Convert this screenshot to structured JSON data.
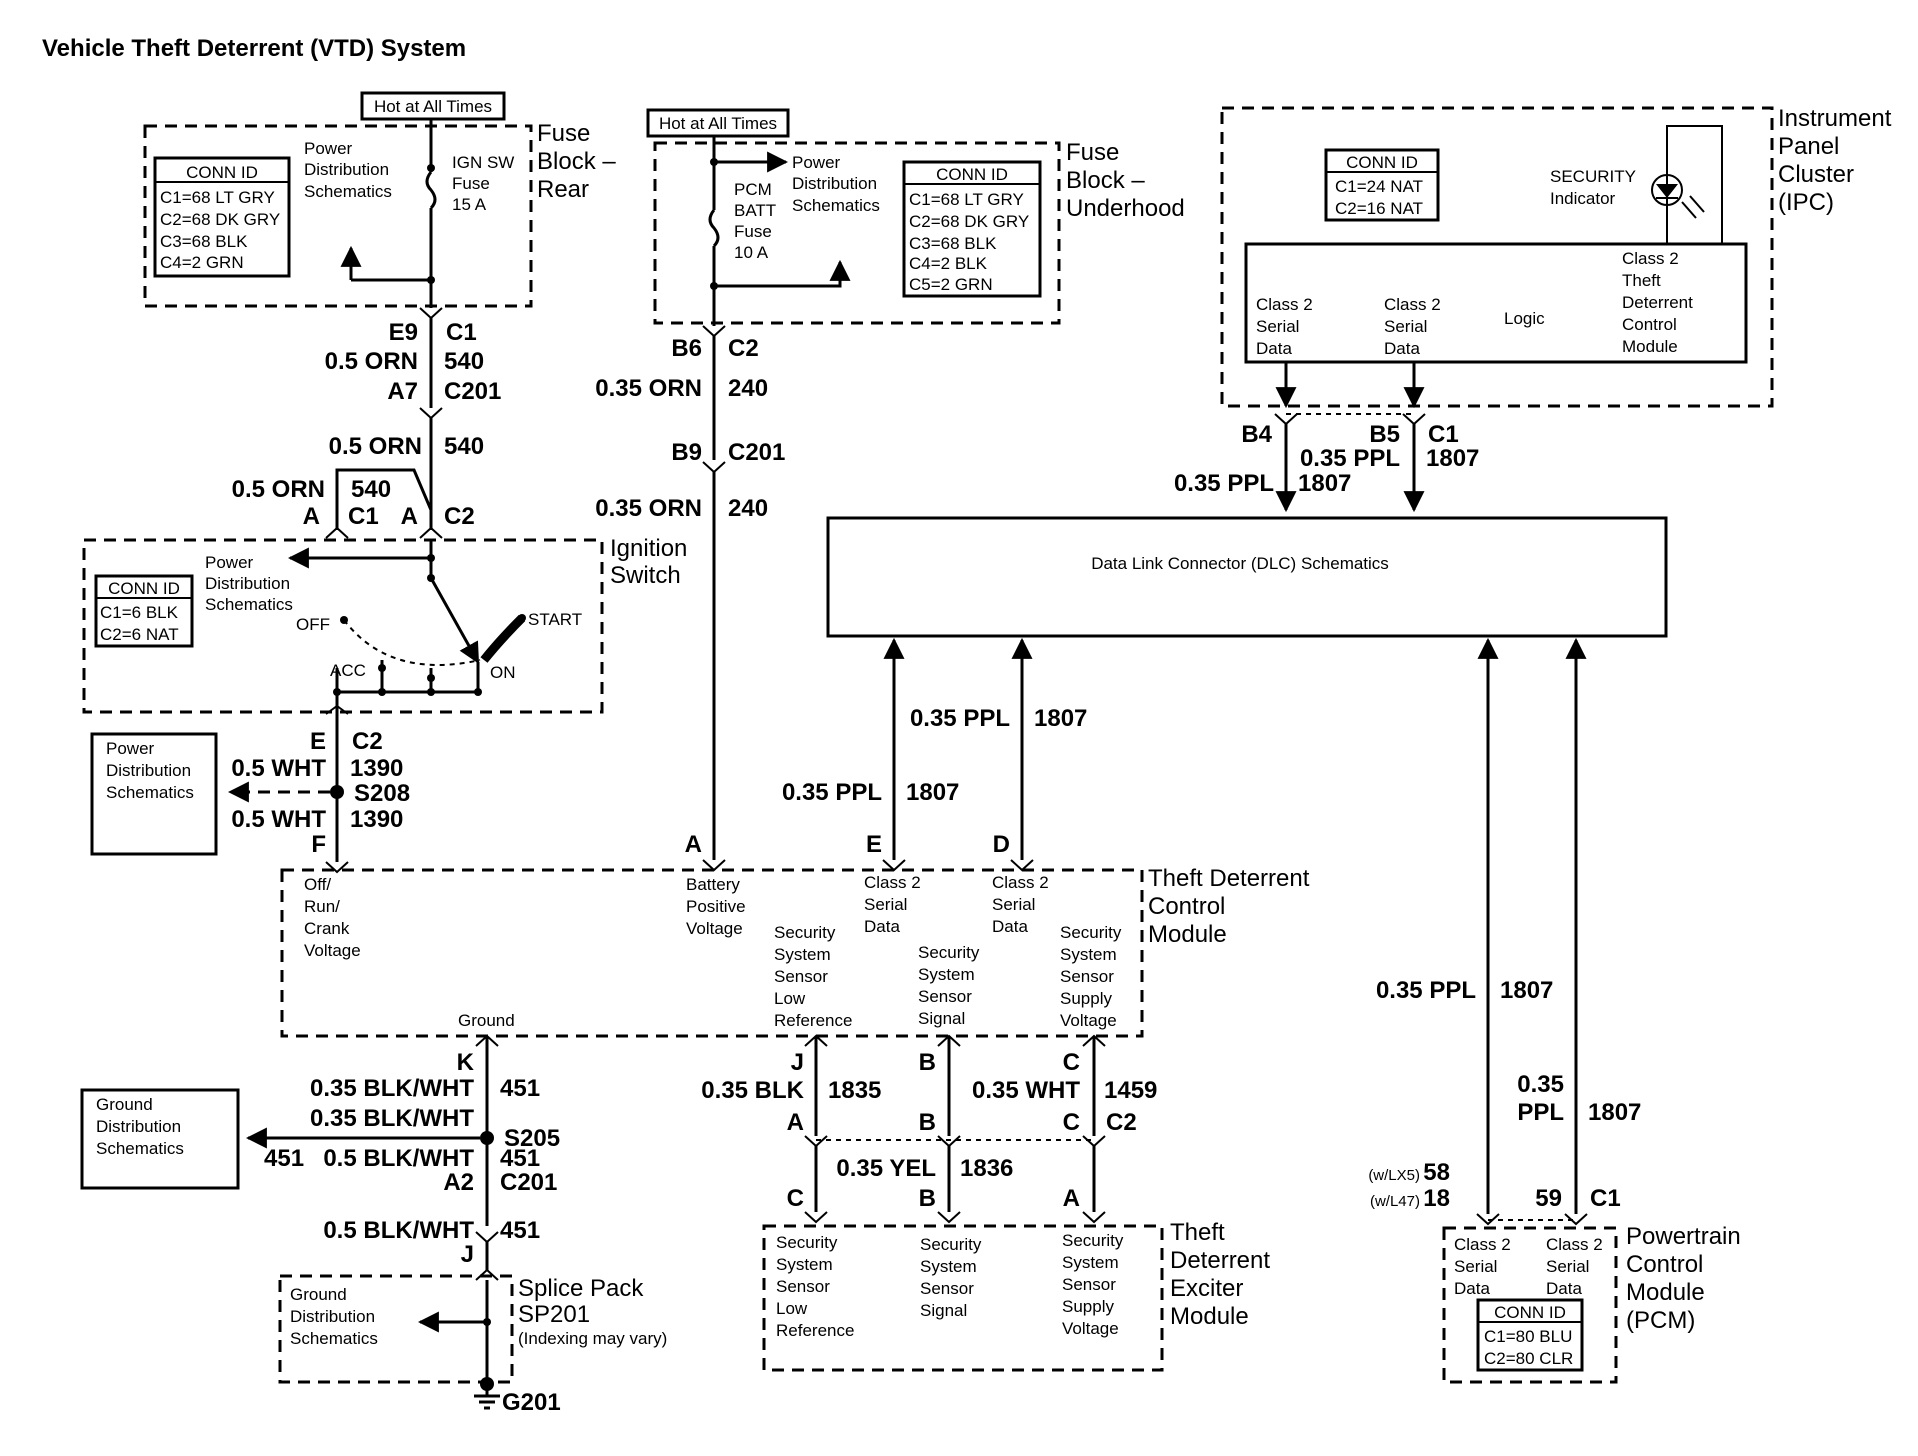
{
  "title": "Vehicle Theft Deterrent (VTD) System",
  "hot_at_all_times": "Hot at All Times",
  "power_dist": [
    "Power",
    "Distribution",
    "Schematics"
  ],
  "fuse_block_rear": {
    "label": [
      "Fuse",
      "Block –",
      "Rear"
    ],
    "conn": [
      "CONN ID",
      "C1=68 LT GRY",
      "C2=68 DK GRY",
      "C3=68 BLK",
      "C4=2 GRN"
    ],
    "fuse": [
      "IGN SW",
      "Fuse",
      "15 A"
    ]
  },
  "fuse_block_underhood": {
    "label": [
      "Fuse",
      "Block –",
      "Underhood"
    ],
    "conn": [
      "CONN ID",
      "C1=68 LT GRY",
      "C2=68 DK GRY",
      "C3=68 BLK",
      "C4=2 BLK",
      "C5=2 GRN"
    ],
    "fuse": [
      "PCM",
      "BATT",
      "Fuse",
      "10 A"
    ]
  },
  "ipc": {
    "label": [
      "Instrument",
      "Panel",
      "Cluster",
      "(IPC)"
    ],
    "conn": [
      "CONN ID",
      "C1=24 NAT",
      "C2=16 NAT"
    ],
    "security": [
      "SECURITY",
      "Indicator"
    ],
    "class2a": [
      "Class 2",
      "Serial",
      "Data"
    ],
    "class2b": [
      "Class 2",
      "Serial",
      "Data"
    ],
    "logic": "Logic",
    "tdcm": [
      "Class 2",
      "Theft",
      "Deterrent",
      "Control",
      "Module"
    ]
  },
  "ignition_switch": {
    "label": [
      "Ignition",
      "Switch"
    ],
    "conn": [
      "CONN ID",
      "C1=6 BLK",
      "C2=6 NAT"
    ],
    "off": "OFF",
    "start": "START",
    "acc": "ACC",
    "on": "ON"
  },
  "dlc": "Data Link Connector (DLC) Schematics",
  "tdcm": {
    "label": [
      "Theft Deterrent",
      "Control",
      "Module"
    ],
    "orc": [
      "Off/",
      "Run/",
      "Crank",
      "Voltage"
    ],
    "bat": [
      "Battery",
      "Positive",
      "Voltage"
    ],
    "c2e": [
      "Class 2",
      "Serial",
      "Data"
    ],
    "c2d": [
      "Class 2",
      "Serial",
      "Data"
    ],
    "lowref": [
      "Security",
      "System",
      "Sensor",
      "Low",
      "Reference"
    ],
    "signal": [
      "Security",
      "System",
      "Sensor",
      "Signal"
    ],
    "supply": [
      "Security",
      "System",
      "Sensor",
      "Supply",
      "Voltage"
    ],
    "ground": "Ground"
  },
  "tdem": {
    "label": [
      "Theft",
      "Deterrent",
      "Exciter",
      "Module"
    ],
    "lowref": [
      "Security",
      "System",
      "Sensor",
      "Low",
      "Reference"
    ],
    "signal": [
      "Security",
      "System",
      "Sensor",
      "Signal"
    ],
    "supply": [
      "Security",
      "System",
      "Sensor",
      "Supply",
      "Voltage"
    ]
  },
  "pcm": {
    "label": [
      "Powertrain",
      "Control",
      "Module",
      "(PCM)"
    ],
    "c2a": [
      "Class 2",
      "Serial",
      "Data"
    ],
    "c2b": [
      "Class 2",
      "Serial",
      "Data"
    ],
    "conn": [
      "CONN ID",
      "C1=80 BLU",
      "C2=80 CLR"
    ]
  },
  "ground_dist": [
    "Ground",
    "Distribution",
    "Schematics"
  ],
  "splice_pack": [
    "Splice Pack",
    "SP201",
    "(Indexing may vary)"
  ],
  "g201": "G201",
  "wires": {
    "e9": "E9",
    "c1": "C1",
    "orn05": "0.5 ORN",
    "n540": "540",
    "a7": "A7",
    "c201": "C201",
    "a": "A",
    "c2": "C2",
    "b6": "B6",
    "orn035": "0.35 ORN",
    "n240": "240",
    "b9": "B9",
    "b4": "B4",
    "b5": "B5",
    "ppl035": "0.35 PPL",
    "n1807": "1807",
    "e": "E",
    "d": "D",
    "f": "F",
    "wht05": "0.5 WHT",
    "n1390": "1390",
    "s208": "S208",
    "k": "K",
    "blkwht035": "0.35 BLK/WHT",
    "n451": "451",
    "s205": "S205",
    "blkwht05": "0.5 BLK/WHT",
    "a2": "A2",
    "j": "J",
    "blk035": "0.35 BLK",
    "n1835": "1835",
    "b": "B",
    "c": "C",
    "wht035": "0.35 WHT",
    "n1459": "1459",
    "yel035": "0.35 YEL",
    "n1836": "1836",
    "n035": "0.35",
    "ppl": "PPL",
    "wlx5": "(w/LX5)",
    "wl47": "(w/L47)",
    "n58": "58",
    "n18": "18",
    "n59": "59"
  }
}
